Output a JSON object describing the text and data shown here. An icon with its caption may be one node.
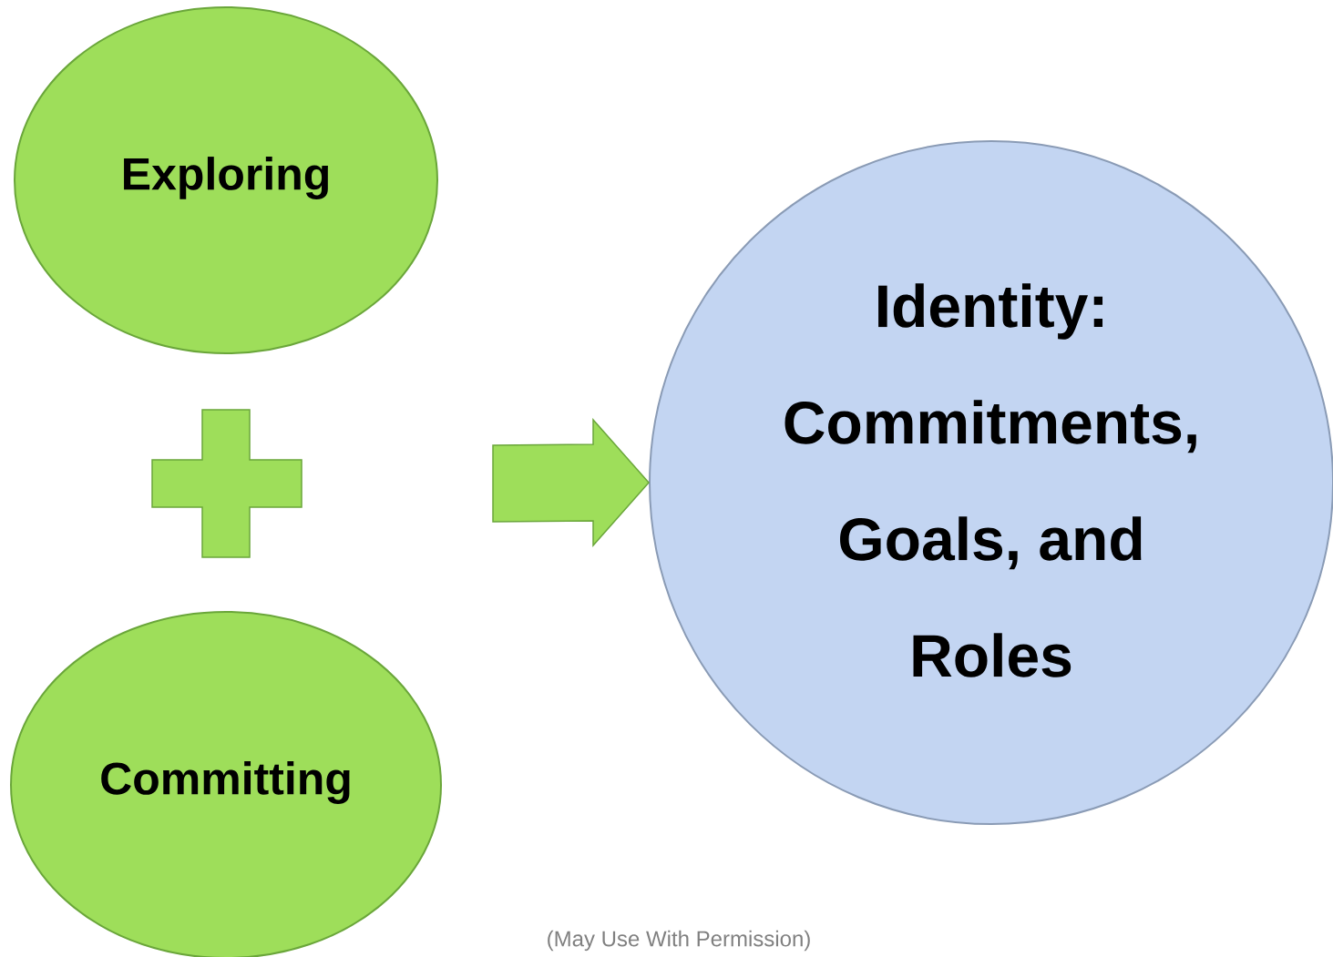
{
  "diagram": {
    "nodes": [
      {
        "text": [
          "Exploring"
        ]
      },
      {
        "text": [],
        "shape": "cross"
      },
      {
        "text": [
          "Committing"
        ]
      },
      {
        "text": [
          "Identity: Commitments, Goals, and Roles"
        ]
      }
    ],
    "edges": [
      {
        "from": null,
        "to": 3,
        "arrow": "to"
      }
    ],
    "labels": [
      "(May Use With Permission)"
    ]
  }
}
